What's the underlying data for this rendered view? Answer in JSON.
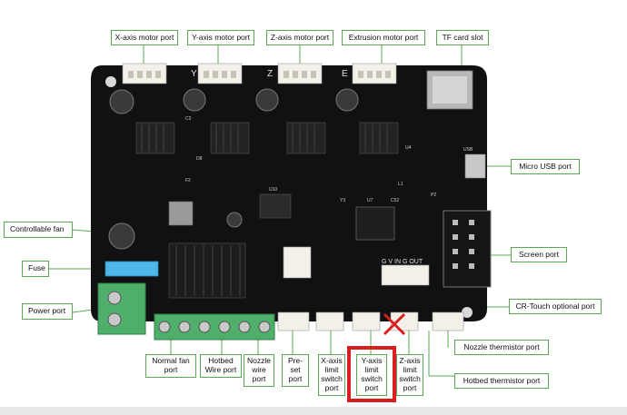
{
  "labels": {
    "x_axis_motor": "X-axis motor port",
    "y_axis_motor": "Y-axis motor port",
    "z_axis_motor": "Z-axis motor port",
    "extrusion_motor": "Extrusion motor port",
    "tf_card": "TF card slot",
    "micro_usb": "Micro USB port",
    "controllable_fan": "Controllable  fan",
    "fuse": "Fuse",
    "power_port": "Power port",
    "screen_port": "Screen port",
    "cr_touch": "CR-Touch optional port",
    "normal_fan": "Normal fan\nport",
    "hotbed_wire": "Hotbed\nWire port",
    "nozzle_wire": "Nozzle\nwire\nport",
    "preset_port": "Pre-\nset\nport",
    "x_limit": "X-axis\nlimit\nswitch\nport",
    "y_limit": "Y-axis\nlimit\nswitch\nport",
    "z_limit": "Z-axis\nlimit\nswitch\nport",
    "nozzle_thermistor": "Nozzle thermistor port",
    "hotbed_thermistor": "Hotbed thermistor port"
  },
  "board_text": {
    "header_marks": [
      "Y",
      "Z",
      "E"
    ],
    "chip_labels": [
      "U7",
      "U10",
      "Y3",
      "C52",
      "P2",
      "U4",
      "L1",
      "F2",
      "C2",
      "D8"
    ],
    "port_strip": "G V IN G OUT",
    "usb_label": "USB"
  },
  "colors": {
    "accent_green": "#5aa856",
    "highlight_red": "#d81e1e",
    "board": "#111111"
  }
}
